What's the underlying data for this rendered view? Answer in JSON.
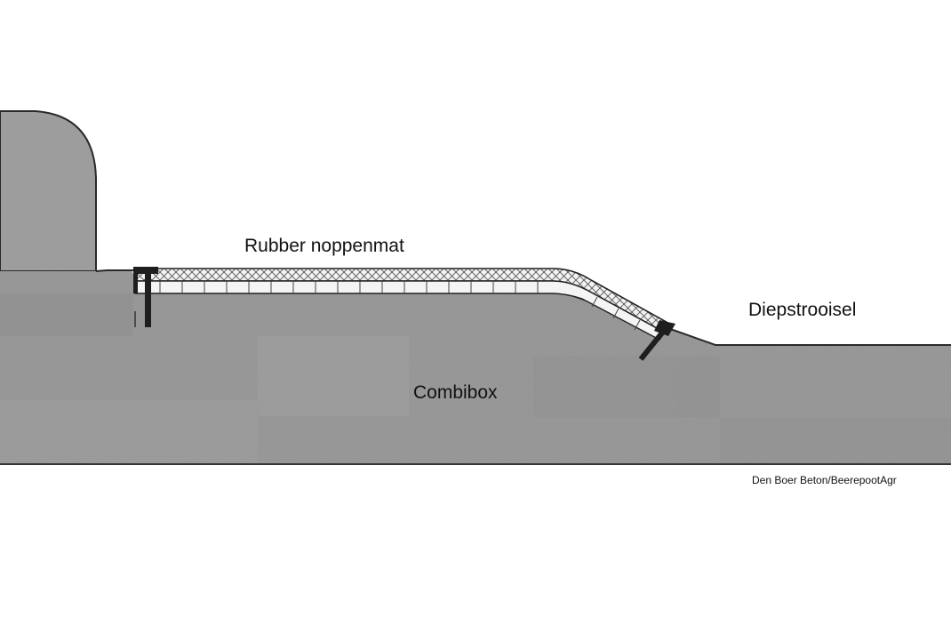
{
  "labels": {
    "mat": "Rubber noppenmat",
    "deep_litter": "Diepstrooisel",
    "box": "Combibox"
  },
  "credit": "Den Boer Beton/BeerepootAgr",
  "colors": {
    "concrete": "#9c9c9c",
    "concrete_dark": "#8f8f8f",
    "outline": "#2a2a2a",
    "mat_fill": "#ececec",
    "background": "#ffffff"
  }
}
